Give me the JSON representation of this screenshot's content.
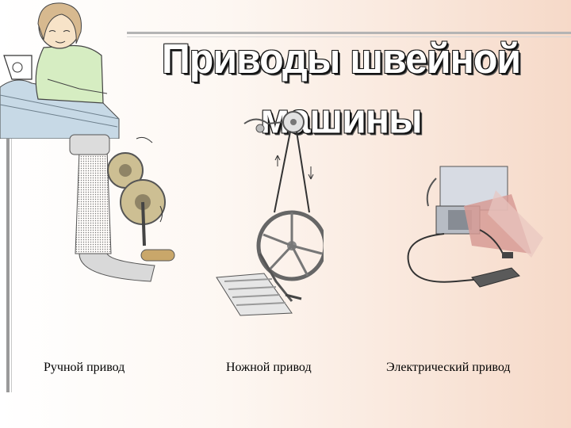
{
  "title": "Приводы швейной машины",
  "captions": {
    "manual": "Ручной привод",
    "foot": "Ножной привод",
    "electric": "Электрический привод"
  },
  "colors": {
    "background_start": "#ffffff",
    "background_end": "#f6d9c8",
    "title_fill": "#ffffff",
    "title_outline": "#111111"
  },
  "icons": [
    "seamstress-illustration",
    "hand-drive-illustration",
    "foot-drive-illustration",
    "electric-drive-illustration"
  ]
}
